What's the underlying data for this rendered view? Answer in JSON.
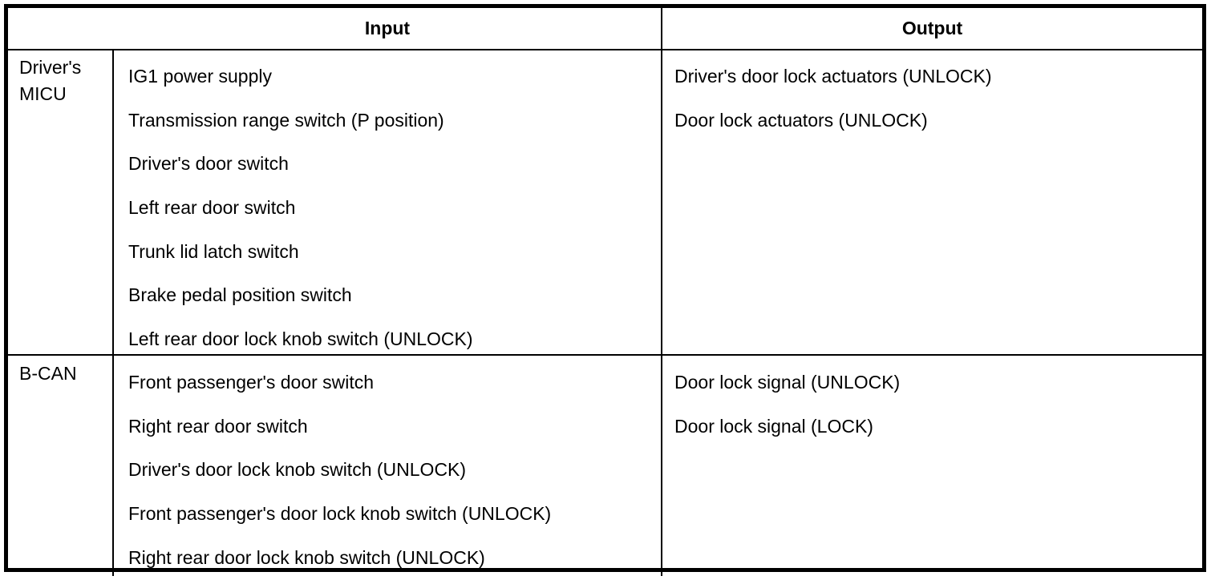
{
  "table": {
    "headers": {
      "system_column": "",
      "input": "Input",
      "output": "Output"
    },
    "rows": [
      {
        "system": "Driver's\nMICU",
        "system_lines": [
          "Driver's",
          "MICU"
        ],
        "inputs": [
          "IG1 power supply",
          "Transmission range switch (P position)",
          "Driver's door switch",
          "Left rear door switch",
          "Trunk lid latch switch",
          "Brake pedal position switch",
          "Left rear door lock knob switch (UNLOCK)"
        ],
        "outputs": [
          "Driver's door lock actuators (UNLOCK)",
          "Door lock actuators (UNLOCK)"
        ]
      },
      {
        "system": "B-CAN",
        "system_lines": [
          "B-CAN"
        ],
        "inputs": [
          "Front passenger's door switch",
          "Right rear door switch",
          "Driver's door lock knob switch (UNLOCK)",
          "Front passenger's door lock knob switch (UNLOCK)",
          "Right rear door lock knob switch (UNLOCK)"
        ],
        "outputs": [
          "Door lock signal (UNLOCK)",
          "Door lock signal (LOCK)"
        ]
      }
    ]
  },
  "colors": {
    "border": "#000000",
    "text": "#000000",
    "background": "#ffffff"
  }
}
